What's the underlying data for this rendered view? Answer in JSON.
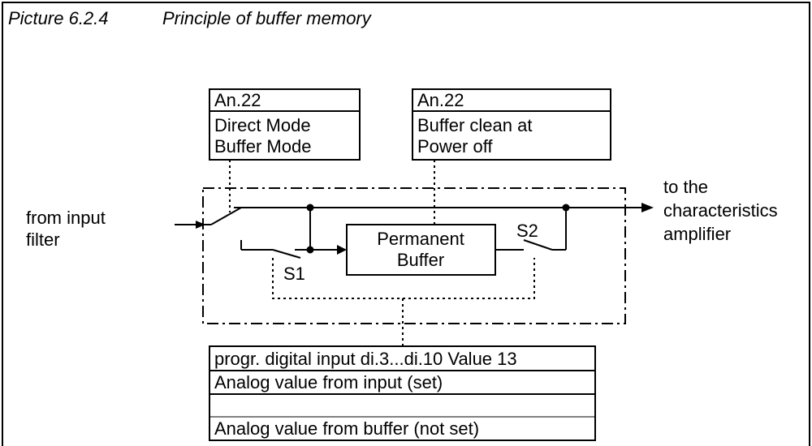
{
  "caption": {
    "number": "Picture 6.2.4",
    "title": "Principle of buffer memory"
  },
  "box_mode": {
    "header": "An.22",
    "line1": "Direct Mode",
    "line2": "Buffer Mode"
  },
  "box_clean": {
    "header": "An.22",
    "line1": "Buffer clean at",
    "line2": "Power off"
  },
  "input_label": {
    "line1": "from input",
    "line2": "filter"
  },
  "output_label": {
    "line1": "to the",
    "line2": "characteristics",
    "line3": "amplifier"
  },
  "buffer": {
    "line1": "Permanent",
    "line2": "Buffer"
  },
  "switches": {
    "s1": "S1",
    "s2": "S2"
  },
  "box_input": {
    "header": "progr. digital input di.3...di.10 Value 13",
    "line1": "Analog value from input (set)",
    "line2": "Analog value from buffer (not set)"
  }
}
